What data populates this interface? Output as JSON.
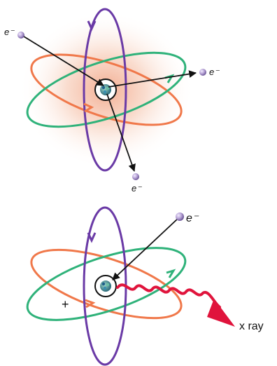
{
  "colors": {
    "orbit_purple": "#6a3aa6",
    "orbit_orange": "#f0784a",
    "orbit_green": "#2fb27a",
    "xray_red": "#e0143c",
    "arrow_black": "#111111",
    "glow_center": "#f3b79a",
    "electron_fill": "#b7a3d6"
  },
  "top_panel": {
    "electron_labels": [
      "e⁻",
      "e⁻",
      "e⁻"
    ]
  },
  "bottom_panel": {
    "electron_label": "e⁻",
    "vacancy_label": "+",
    "xray_label": "x ray"
  },
  "icons": [
    "nucleus-icon",
    "electron-icon",
    "wavy-arrow-icon"
  ]
}
